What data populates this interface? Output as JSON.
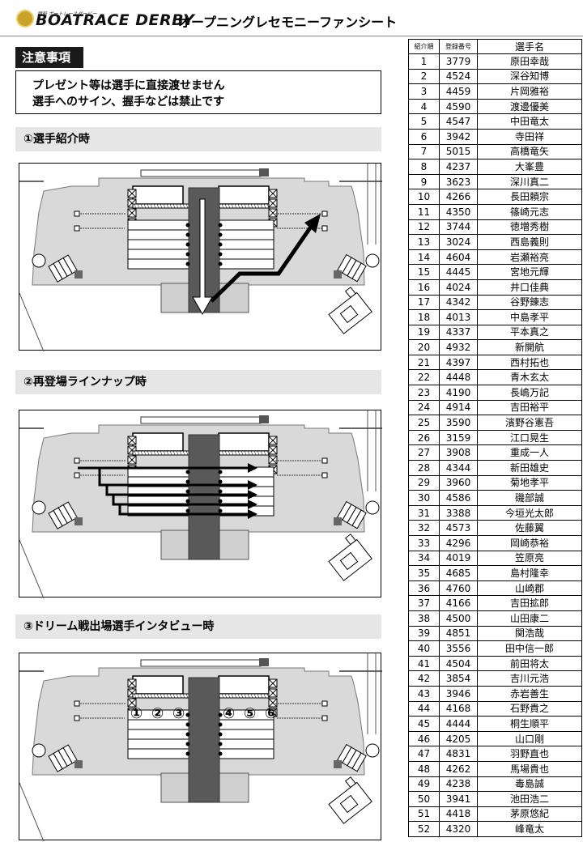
{
  "header": {
    "logo_small": "競艇 ボートレースダービー",
    "logo_text": "BOATRACE DERBY",
    "title": "オープニングレセモニーファンシート"
  },
  "notice": {
    "title": "注意事項",
    "lines": [
      "プレゼント等は選手に直接渡せません",
      "選手へのサイン、握手などは禁止です"
    ]
  },
  "sections": [
    {
      "title": "①選手紹介時"
    },
    {
      "title": "②再登場ラインナップ時"
    },
    {
      "title": "③ドリーム戦出場選手インタビュー時",
      "positions": [
        "①",
        "②",
        "③",
        "④",
        "⑤",
        "⑥"
      ]
    }
  ],
  "roster": {
    "headers": [
      "紹介順",
      "登録番号",
      "選手名"
    ],
    "rows": [
      [
        "1",
        "3779",
        "原田幸哉"
      ],
      [
        "2",
        "4524",
        "深谷知博"
      ],
      [
        "3",
        "4459",
        "片岡雅裕"
      ],
      [
        "4",
        "4590",
        "渡邊優美"
      ],
      [
        "5",
        "4547",
        "中田竜太"
      ],
      [
        "6",
        "3942",
        "寺田祥"
      ],
      [
        "7",
        "5015",
        "高橋竜矢"
      ],
      [
        "8",
        "4237",
        "大峯豊"
      ],
      [
        "9",
        "3623",
        "深川真二"
      ],
      [
        "10",
        "4266",
        "長田頼宗"
      ],
      [
        "11",
        "4350",
        "篠崎元志"
      ],
      [
        "12",
        "3744",
        "徳増秀樹"
      ],
      [
        "13",
        "3024",
        "西島義則"
      ],
      [
        "14",
        "4604",
        "岩瀬裕亮"
      ],
      [
        "15",
        "4445",
        "宮地元輝"
      ],
      [
        "16",
        "4024",
        "井口佳典"
      ],
      [
        "17",
        "4342",
        "谷野錬志"
      ],
      [
        "18",
        "4013",
        "中島孝平"
      ],
      [
        "19",
        "4337",
        "平本真之"
      ],
      [
        "20",
        "4932",
        "新開航"
      ],
      [
        "21",
        "4397",
        "西村拓也"
      ],
      [
        "22",
        "4448",
        "青木玄太"
      ],
      [
        "23",
        "4190",
        "長嶋万記"
      ],
      [
        "24",
        "4914",
        "吉田裕平"
      ],
      [
        "25",
        "3590",
        "濱野谷憲吾"
      ],
      [
        "26",
        "3159",
        "江口晃生"
      ],
      [
        "27",
        "3908",
        "重成一人"
      ],
      [
        "28",
        "4344",
        "新田雄史"
      ],
      [
        "29",
        "3960",
        "菊地孝平"
      ],
      [
        "30",
        "4586",
        "磯部誠"
      ],
      [
        "31",
        "3388",
        "今垣光太郎"
      ],
      [
        "32",
        "4573",
        "佐藤翼"
      ],
      [
        "33",
        "4296",
        "岡崎恭裕"
      ],
      [
        "34",
        "4019",
        "笠原亮"
      ],
      [
        "35",
        "4685",
        "島村隆幸"
      ],
      [
        "36",
        "4760",
        "山崎郡"
      ],
      [
        "37",
        "4166",
        "吉田拡郎"
      ],
      [
        "38",
        "4500",
        "山田康二"
      ],
      [
        "39",
        "4851",
        "関浩哉"
      ],
      [
        "40",
        "3556",
        "田中信一郎"
      ],
      [
        "41",
        "4504",
        "前田将太"
      ],
      [
        "42",
        "3854",
        "吉川元浩"
      ],
      [
        "43",
        "3946",
        "赤岩善生"
      ],
      [
        "44",
        "4168",
        "石野貴之"
      ],
      [
        "45",
        "4444",
        "桐生順平"
      ],
      [
        "46",
        "4205",
        "山口剛"
      ],
      [
        "47",
        "4831",
        "羽野直也"
      ],
      [
        "48",
        "4262",
        "馬場貴也"
      ],
      [
        "49",
        "4238",
        "毒島誠"
      ],
      [
        "50",
        "3941",
        "池田浩二"
      ],
      [
        "51",
        "4418",
        "茅原悠紀"
      ],
      [
        "52",
        "4320",
        "峰竜太"
      ]
    ]
  }
}
